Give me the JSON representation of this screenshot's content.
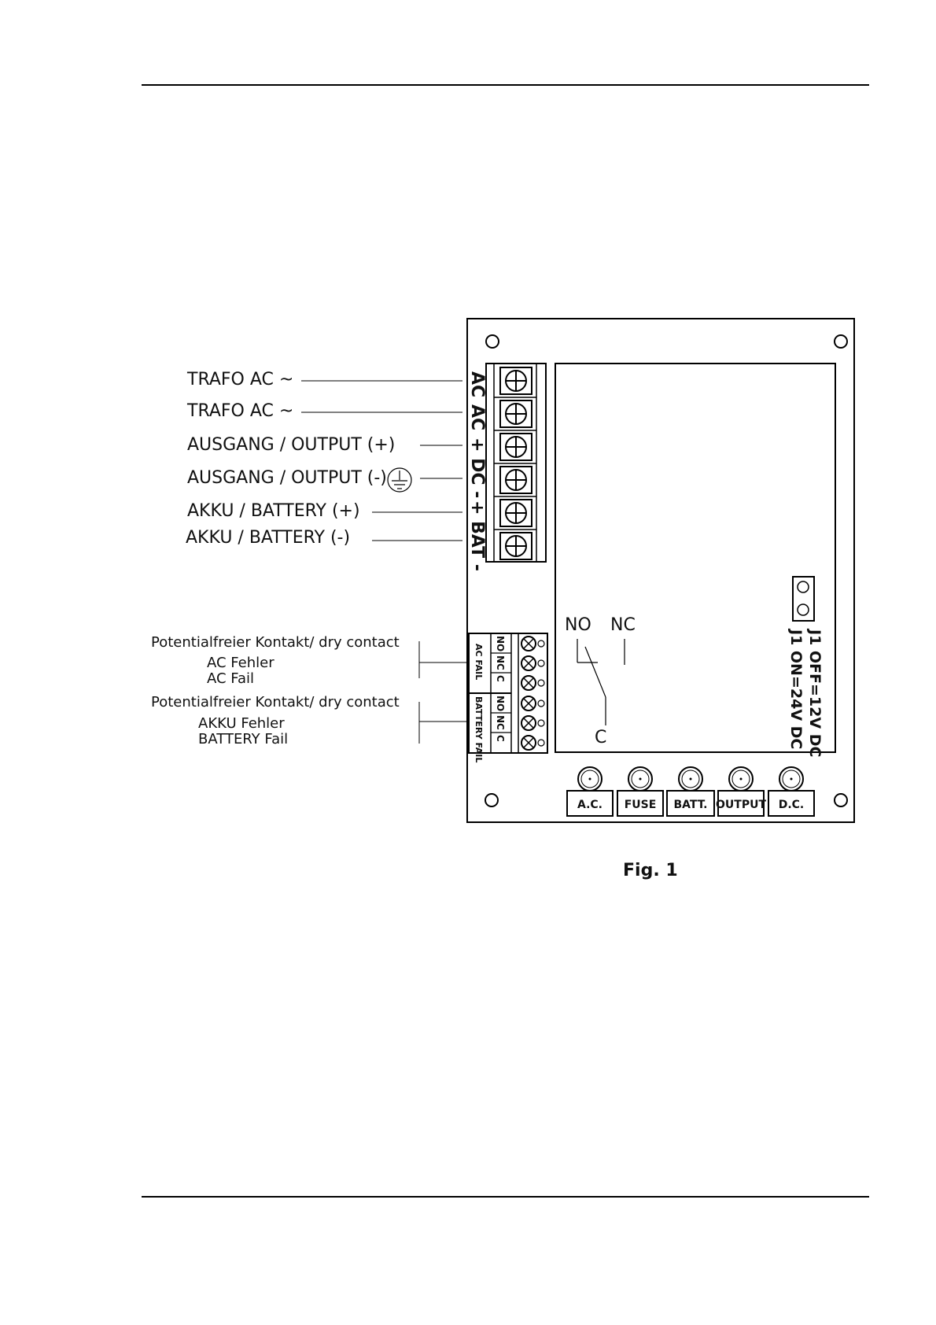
{
  "left_labels": {
    "trafo_ac_1": "TRAFO AC ~",
    "trafo_ac_2": "TRAFO AC ~",
    "output_plus": "AUSGANG / OUTPUT (+)",
    "output_minus": "AUSGANG / OUTPUT (-)",
    "battery_plus": "AKKU / BATTERY (+)",
    "battery_minus": "AKKU / BATTERY (-)"
  },
  "terminal_labels": {
    "ac_1": "AC",
    "ac_2": "AC",
    "dc": "+ DC -",
    "bat": "+ BAT -"
  },
  "dry_contacts": {
    "ac_title": "Potentialfreier Kontakt/ dry contact",
    "ac_fehler": "AC Fehler",
    "ac_fail": "AC Fail",
    "bat_title": "Potentialfreier Kontakt/ dry contact",
    "akku_fehler": "AKKU Fehler",
    "battery_fail": "BATTERY Fail",
    "ac_fail_block": "AC FAIL",
    "battery_fail_block": "BATTERY FAIL",
    "pins": [
      "NO",
      "NC",
      "C",
      "NO",
      "NC",
      "C"
    ]
  },
  "relay": {
    "no": "NO",
    "nc": "NC",
    "c": "C"
  },
  "jumper": {
    "off": "J1 OFF=12V DC",
    "on": "J1 ON=24V DC"
  },
  "leds": [
    "A.C.",
    "FUSE",
    "BATT.",
    "OUTPUT",
    "D.C."
  ],
  "figure_caption": "Fig. 1"
}
